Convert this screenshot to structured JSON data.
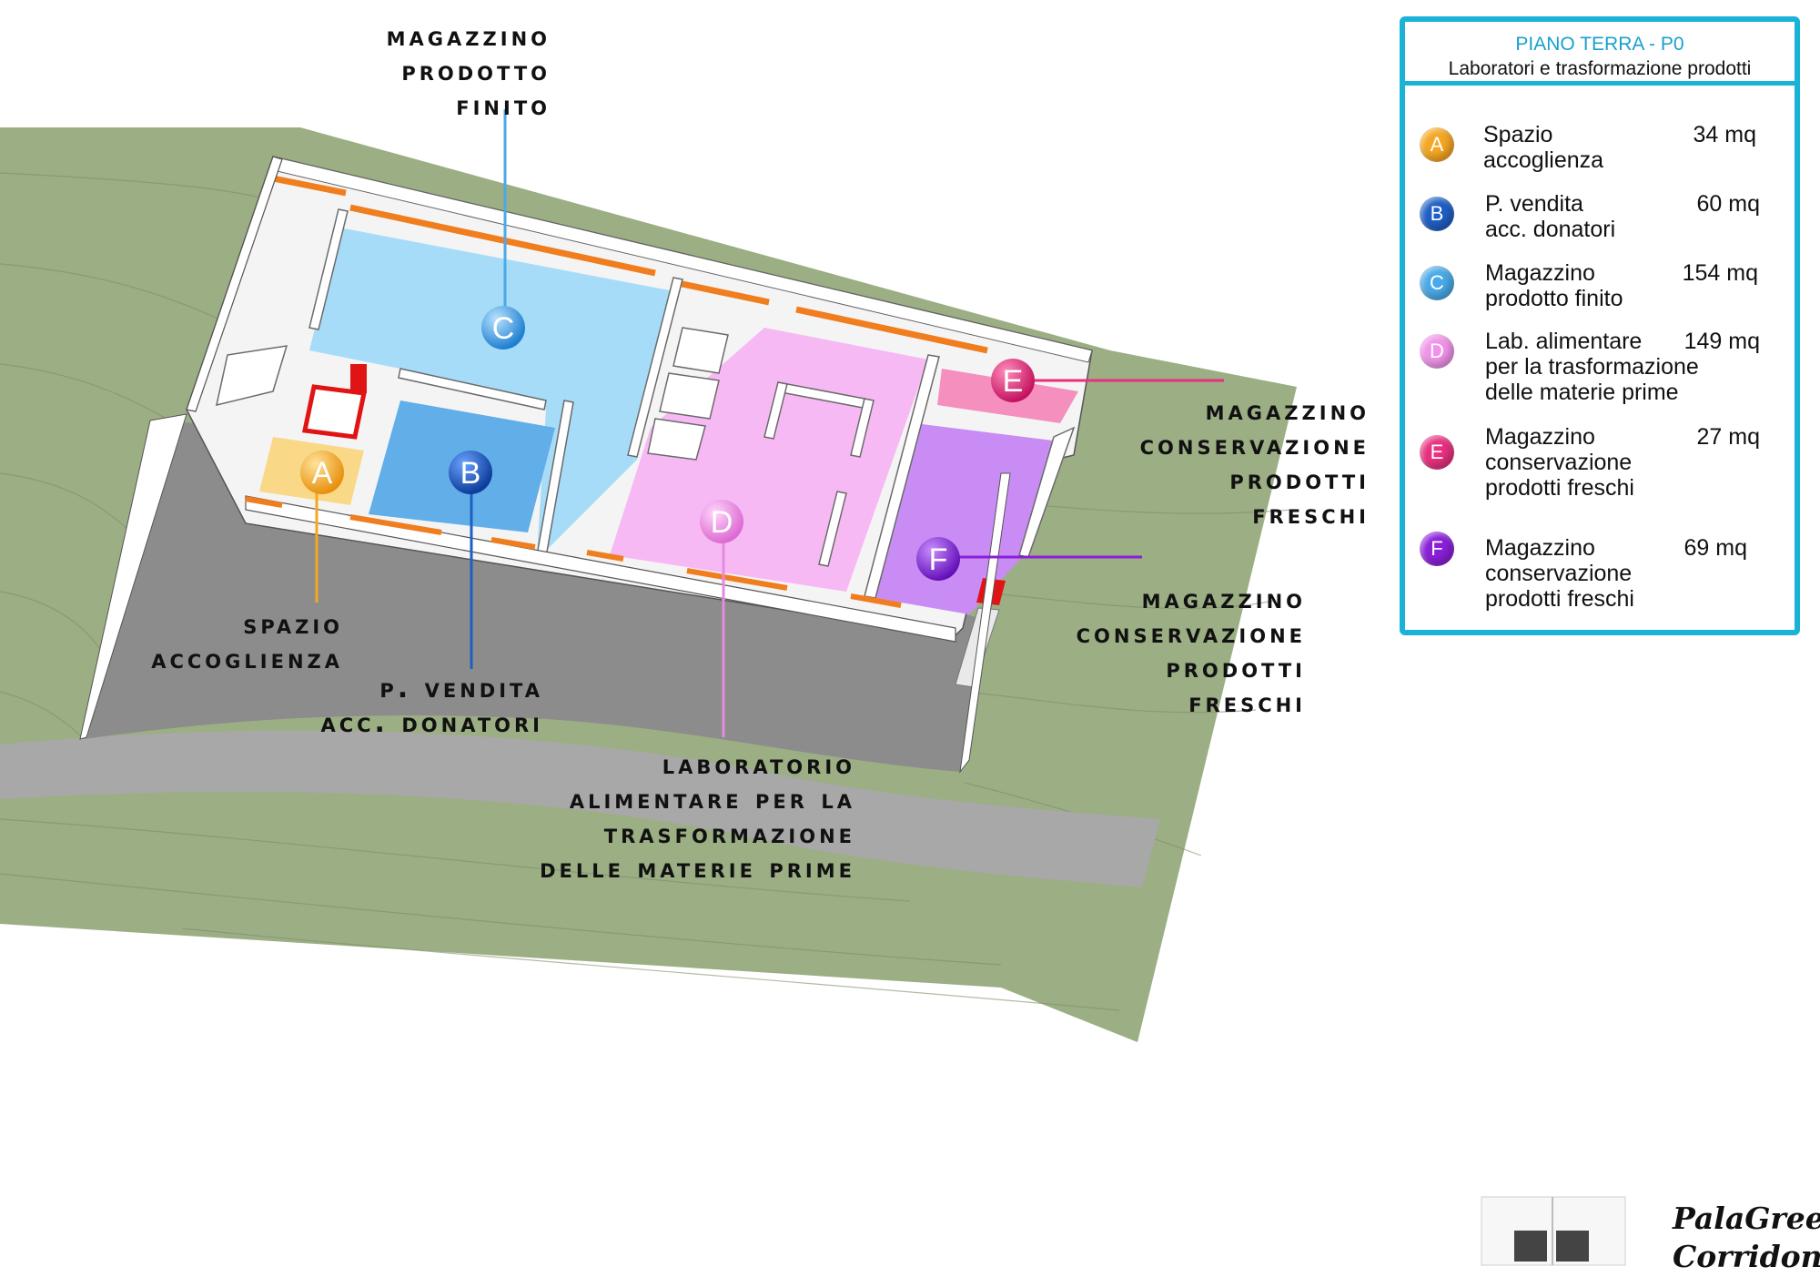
{
  "callouts": {
    "c": "Magazzino\nprodotto\nfinito",
    "a": "Spazio\naccoglienza",
    "b": "P. vendita\nacc. donatori",
    "d": "Laboratorio\nalimentare per la\ntrasformazione\ndelle materie prime",
    "e": "Magazzino\nconservazione\nprodotti\nfreschi",
    "f": "Magazzino\nconservazione\nprodotti\nfreschi"
  },
  "markers": {
    "a": "A",
    "b": "B",
    "c": "C",
    "d": "D",
    "e": "E",
    "f": "F"
  },
  "legend": {
    "title": "PIANO TERRA - P0",
    "subtitle": "Laboratori e trasformazione prodotti",
    "items": [
      {
        "letter": "A",
        "name": "Spazio\naccoglienza",
        "area": "34 mq",
        "color": "#f5a623"
      },
      {
        "letter": "B",
        "name": "P. vendita\nacc. donatori",
        "area": "60 mq",
        "color": "#1f5fc4"
      },
      {
        "letter": "C",
        "name": "Magazzino\nprodotto finito",
        "area": "154 mq",
        "color": "#4aa9e6"
      },
      {
        "letter": "D",
        "name": "Lab. alimentare\nper la trasformazione\ndelle materie prime",
        "area": "149 mq",
        "color": "#f093e8"
      },
      {
        "letter": "E",
        "name": "Magazzino\nconservazione\nprodotti freschi",
        "area": "27 mq",
        "color": "#e8307e"
      },
      {
        "letter": "F",
        "name": "Magazzino\nconservazione\nprodotti freschi",
        "area": "69 mq",
        "color": "#8a1fd8"
      }
    ]
  },
  "brand": {
    "line1": "PalaGreen",
    "line2": "Corridonia"
  },
  "colors": {
    "grass": "#9cae84",
    "road": "#a8a8a8",
    "courtyard": "#8c8c8c",
    "walls": "#ffffff",
    "wall_caps": "#f07d1e",
    "stair_red": "#e01414",
    "legend_border": "#1ab3d8"
  }
}
